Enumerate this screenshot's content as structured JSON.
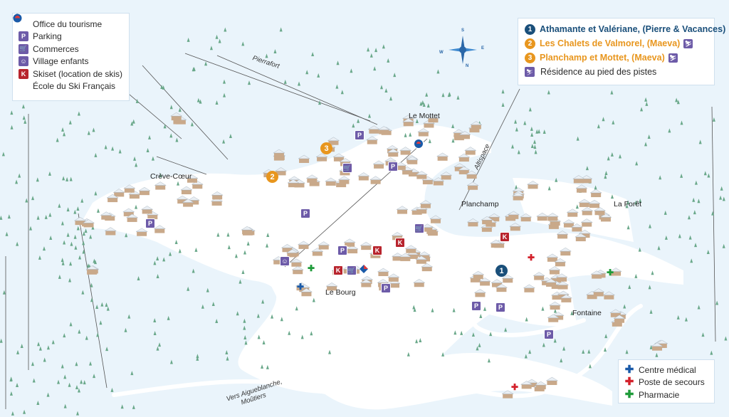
{
  "legend_left": {
    "items": [
      {
        "label": "Office du tourisme",
        "icon": "tourist-office-icon"
      },
      {
        "label": "Parking",
        "icon": "parking-icon",
        "glyph": "P"
      },
      {
        "label": "Commerces",
        "icon": "shopping-cart-icon",
        "glyph": "🛒"
      },
      {
        "label": "Village enfants",
        "icon": "children-village-icon",
        "glyph": "☺"
      },
      {
        "label": "Skiset (location de skis)",
        "icon": "ski-rental-icon",
        "glyph": "K"
      },
      {
        "label": "École du Ski Français",
        "icon": "esf-icon"
      }
    ]
  },
  "legend_right": {
    "residences": [
      {
        "number": "1",
        "label": "Athamante et Valériane, (Pierre & Vacances)",
        "color": "#1a4f7a",
        "ski_icon": false
      },
      {
        "number": "2",
        "label": "Les Chalets de Valmorel, (Maeva)",
        "color": "#e8961e",
        "ski_icon": true
      },
      {
        "number": "3",
        "label": "Planchamp et Mottet, (Maeva)",
        "color": "#e8961e",
        "ski_icon": true
      }
    ],
    "ski_in_label": "Résidence au pied des pistes"
  },
  "legend_medical": {
    "items": [
      {
        "label": "Centre médical",
        "color": "#1a5aa8",
        "glyph": "✚"
      },
      {
        "label": "Poste de secours",
        "color": "#d3212b",
        "glyph": "✚"
      },
      {
        "label": "Pharmacie",
        "color": "#1f9b3a",
        "glyph": "✚"
      }
    ]
  },
  "places": {
    "le_mottet": "Le Mottet",
    "creve_coeur": "Crève-Cœur",
    "planchamp": "Planchamp",
    "la_foret": "La Forêt",
    "le_bourg": "Le Bourg",
    "fontaine": "Fontaine"
  },
  "roads": {
    "pierrafort": "Pierrafort",
    "altispace": "Altispace",
    "road_line1": "Vers Aigueblanche,",
    "road_line2": "Moûtiers"
  },
  "compass": {
    "n": "N",
    "s": "S",
    "e": "E",
    "w": "W"
  },
  "markers": {
    "parking": "P",
    "residence_1": "1",
    "residence_2": "2",
    "residence_3": "3"
  },
  "colors": {
    "snow": "#ffffff",
    "background": "#eaf4fb",
    "parking": "#6d5ba8",
    "skiset": "#b8242d",
    "residence_blue": "#1a4f7a",
    "residence_orange": "#e8961e",
    "tree": "#6aa88a",
    "roof": "#e9eef3",
    "wall": "#c9a98a"
  }
}
